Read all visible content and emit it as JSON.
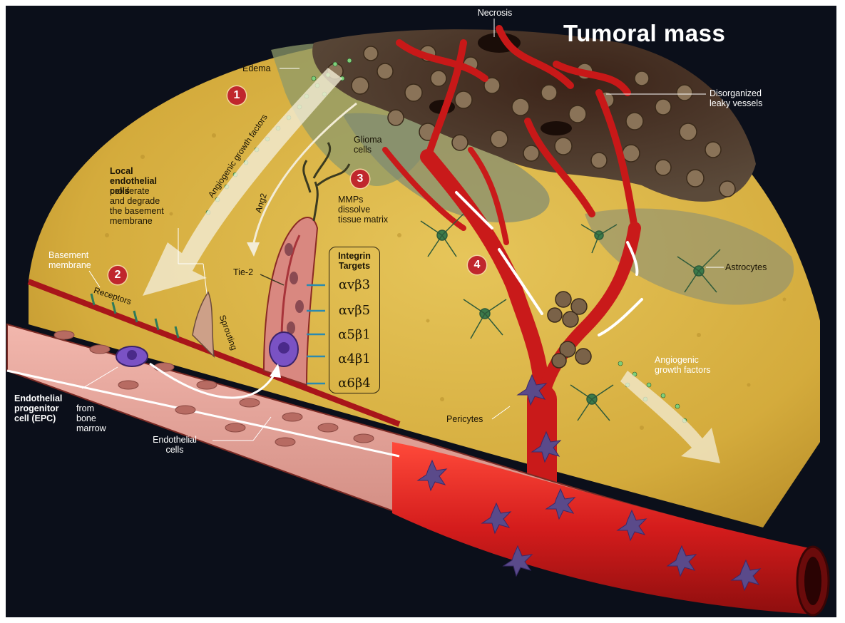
{
  "title": "Tumoral mass",
  "steps": [
    "1",
    "2",
    "3",
    "4"
  ],
  "labels": {
    "necrosis": "Necrosis",
    "disorganized": "Disorganized\nleaky vessels",
    "edema": "Edema",
    "angiogenic_rot": "Angiogenic growth factors",
    "glioma": "Glioma\ncells",
    "local_bold": "Local\nendothelial\ncells",
    "local_rest": "proliferate\nand degrade\nthe basement\nmembrane",
    "ang2": "Ang2",
    "mmps": "MMPs\ndissolve\ntissue matrix",
    "basement": "Basement\nmembrane",
    "receptors": "Receptors",
    "sprouting": "Sprouting",
    "tie2": "Tie-2",
    "astrocytes": "Astrocytes",
    "angiogenic2": "Angiogenic\ngrowth factors",
    "epc_bold": "Endothelial\nprogenitor\ncell (EPC)",
    "epc_rest": "from\nbone marrow",
    "endothelial": "Endothelial\ncells",
    "pericytes": "Pericytes"
  },
  "integrin": {
    "title": "Integrin\nTargets",
    "items": [
      "αvβ3",
      "αvβ5",
      "α5β1",
      "α4β1",
      "α6β4"
    ]
  },
  "colors": {
    "background": "#0b0f1a",
    "tissue": "#d9b447",
    "tumor": "#3a2a20",
    "vessel": "#d21f1f",
    "badge": "#c0272d"
  }
}
